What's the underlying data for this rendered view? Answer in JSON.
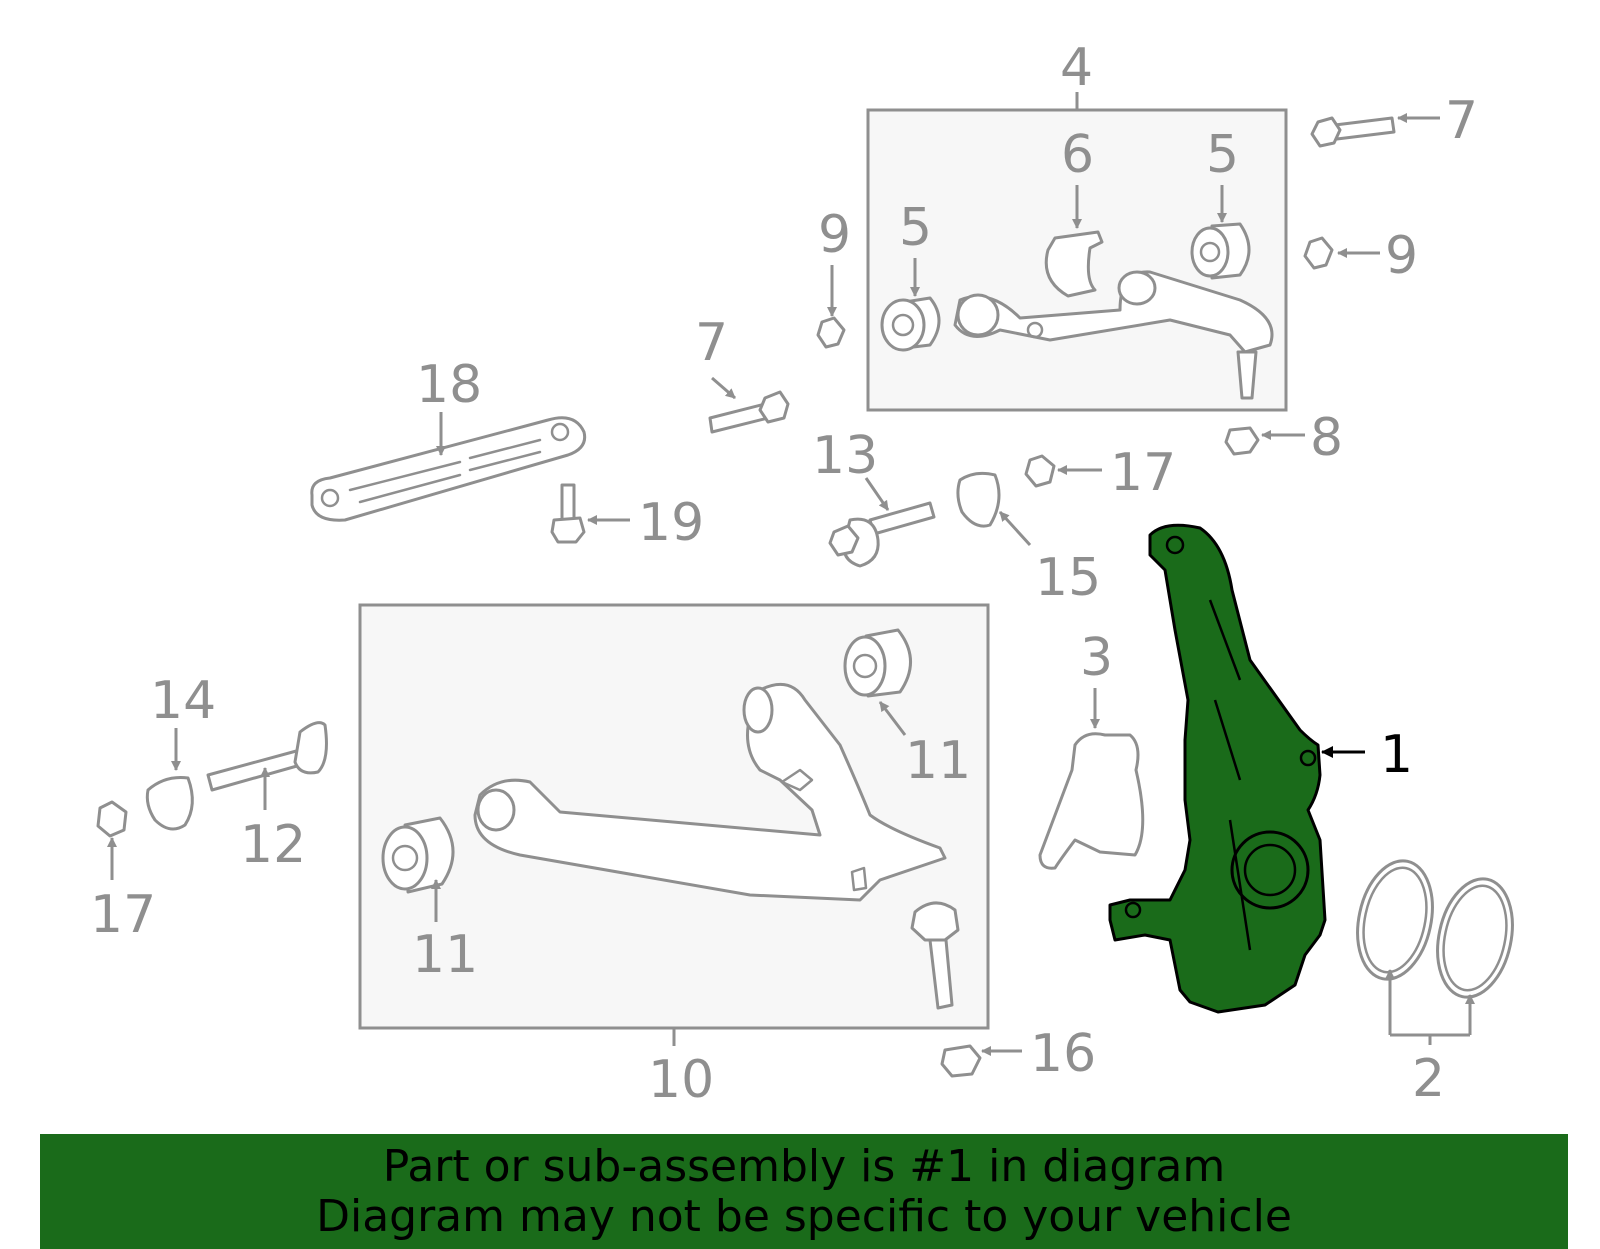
{
  "diagram": {
    "callouts": {
      "c1": "1",
      "c2": "2",
      "c3": "3",
      "c4": "4",
      "c5a": "5",
      "c5b": "5",
      "c6": "6",
      "c7a": "7",
      "c7b": "7",
      "c8": "8",
      "c9a": "9",
      "c9b": "9",
      "c10": "10",
      "c11a": "11",
      "c11b": "11",
      "c12": "12",
      "c13": "13",
      "c14": "14",
      "c15": "15",
      "c16": "16",
      "c17a": "17",
      "c17b": "17",
      "c18": "18",
      "c19": "19"
    },
    "highlight_color": "#1a6b1a",
    "line_color": "#8f8f8f"
  },
  "banner": {
    "line1": "Part or sub-assembly is #1 in diagram",
    "line2": "Diagram may not be specific to your vehicle",
    "background": "#1a6b1a"
  }
}
